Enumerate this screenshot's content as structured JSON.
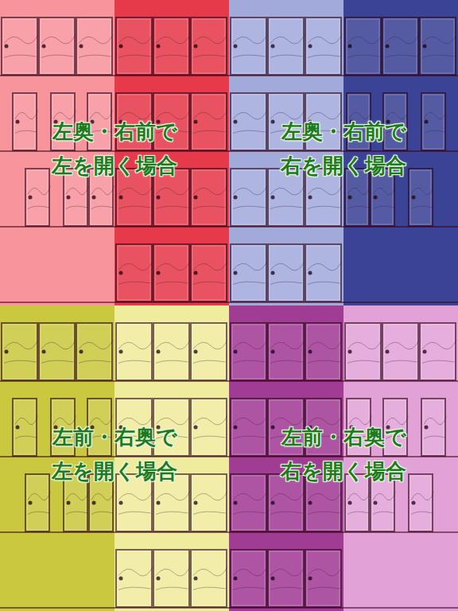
{
  "diagram": {
    "nodes": [
      {
        "text": [
          "左奥・右前で 左を開く場合"
        ]
      },
      {
        "text": [
          "左奥・右前で 右を開く場合"
        ]
      },
      {
        "text": [
          "左前・右奥で 左を開く場合"
        ]
      },
      {
        "text": [
          "左前・右奥で 右を開く場合"
        ]
      }
    ]
  }
}
